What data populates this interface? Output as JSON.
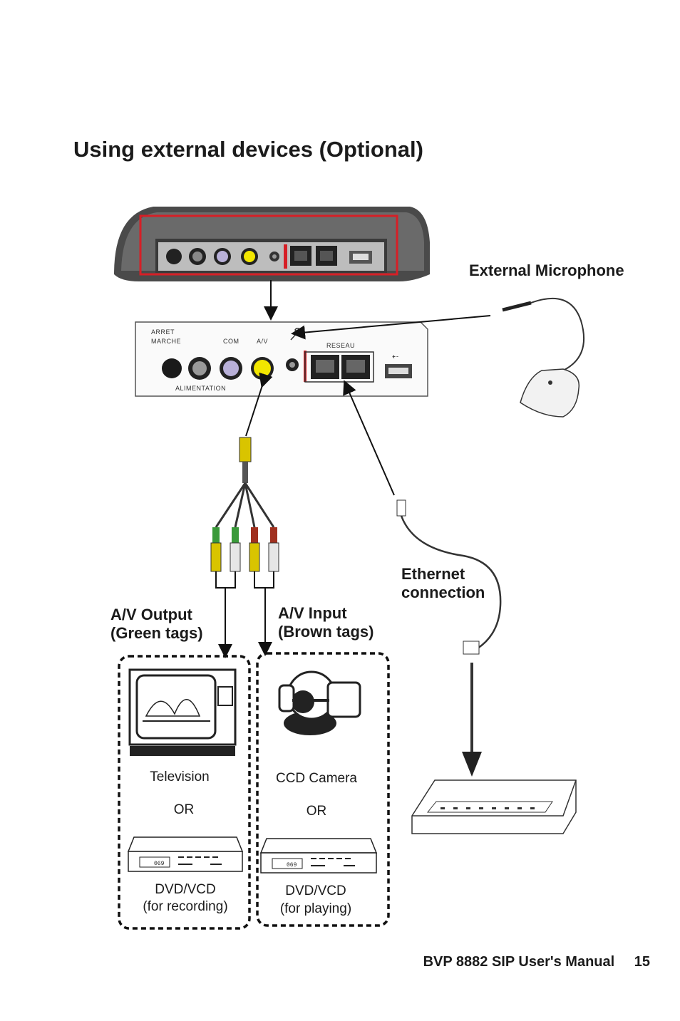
{
  "page": {
    "title": "Using external devices (Optional)",
    "footer_manual": "BVP 8882 SIP User's Manual",
    "footer_page": "15"
  },
  "labels": {
    "external_microphone": "External Microphone",
    "ethernet_line1": "Ethernet",
    "ethernet_line2": "connection",
    "av_output_line1": "A/V Output",
    "av_output_line2": "(Green tags)",
    "av_input_line1": "A/V Input",
    "av_input_line2": "(Brown tags)",
    "television": "Television",
    "or_left": "OR",
    "dvd_recording_line1": "DVD/VCD",
    "dvd_recording_line2": "(for recording)",
    "ccd_camera": "CCD Camera",
    "or_right": "OR",
    "dvd_playing_line1": "DVD/VCD",
    "dvd_playing_line2": "(for playing)"
  },
  "panel": {
    "arret": "ARRET",
    "marche": "MARCHE",
    "alimentation": "ALIMENTATION",
    "com": "COM",
    "av": "A/V",
    "reseau": "RESEAU"
  },
  "devices": {
    "dvd_display": "069"
  },
  "colors": {
    "highlight_red": "#d61f26",
    "av_yellow": "#f2e600",
    "com_lavender": "#b8b0d8",
    "text": "#1b1b1b"
  },
  "icons": [
    "phone-device-icon",
    "microphone-icon",
    "usb-icon",
    "ethernet-port-icon",
    "rca-cable-icon",
    "television-icon",
    "ccd-camera-icon",
    "dvd-player-icon",
    "network-switch-icon",
    "ethernet-cable-icon"
  ]
}
